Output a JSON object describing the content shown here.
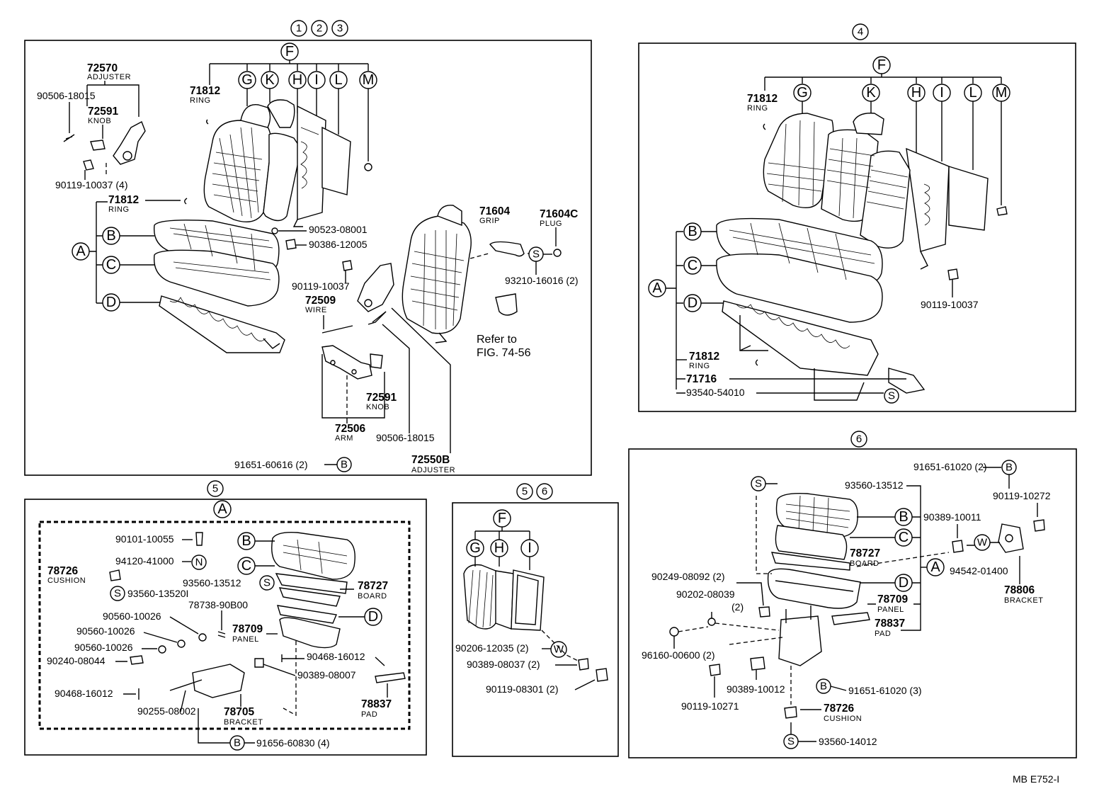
{
  "panels": {
    "p123": {
      "ids": [
        "1",
        "2",
        "3"
      ]
    },
    "p4": {
      "ids": [
        "4"
      ]
    },
    "p5": {
      "ids": [
        "5"
      ]
    },
    "p56": {
      "ids": [
        "5",
        "6"
      ]
    },
    "p6": {
      "ids": [
        "6"
      ]
    }
  },
  "letters": {
    "A": "A",
    "B": "B",
    "C": "C",
    "D": "D",
    "F": "F",
    "G": "G",
    "H": "H",
    "I": "I",
    "K": "K",
    "L": "L",
    "M": "M",
    "N": "N",
    "S": "S",
    "W": "W"
  },
  "p123": {
    "adjuster_top_no": "72570",
    "adjuster_top_name": "ADJUSTER",
    "screw1": "90506-18015",
    "knob_no": "72591",
    "knob_name": "KNOB",
    "bolt4": "90119-10037 (4)",
    "ring1_no": "71812",
    "ring1_name": "RING",
    "ring2_no": "71812",
    "ring2_name": "RING",
    "washer": "90523-08001",
    "nut": "90386-12005",
    "grip_no": "71604",
    "grip_name": "GRIP",
    "plug_no": "71604C",
    "plug_name": "PLUG",
    "clip2": "93210-16016 (2)",
    "bolt_b": "90119-10037",
    "wire_no": "72509",
    "wire_name": "WIRE",
    "refer1": "Refer to",
    "refer2": "FIG. 74-56",
    "knob2_no": "72591",
    "knob2_name": "KNOB",
    "arm_no": "72506",
    "arm_name": "ARM",
    "screw2": "90506-18015",
    "bolt_60616": "91651-60616 (2)",
    "adjuster_b_no": "72550B",
    "adjuster_b_name": "ADJUSTER"
  },
  "p4": {
    "ring_no": "71812",
    "ring_name": "RING",
    "bolt": "90119-10037",
    "ring2_no": "71812",
    "ring2_name": "RING",
    "part_71716": "71716",
    "part_93540": "93540-54010"
  },
  "p5": {
    "bolt_10055": "90101-10055",
    "nut_41000": "94120-41000",
    "cushion_no": "78726",
    "cushion_name": "CUSHION",
    "clip_13520": "93560-13520I",
    "clip_13512": "93560-13512",
    "board_no": "78727",
    "board_name": "BOARD",
    "washer1": "90560-10026",
    "part_78738": "78738-90B00",
    "washer2": "90560-10026",
    "panel_no": "78709",
    "panel_name": "PANEL",
    "washer3": "90560-10026",
    "bolt_08044": "90240-08044",
    "pin_16012a": "90468-16012",
    "nut_08007": "90389-08007",
    "pin_16012b": "90468-16012",
    "pin_08002": "90255-08002",
    "bracket_no": "78705",
    "bracket_name": "BRACKET",
    "pad_no": "78837",
    "pad_name": "PAD",
    "bolt_60830": "91656-60830 (4)"
  },
  "p56": {
    "clip_12035": "90206-12035 (2)",
    "nut_08037": "90389-08037 (2)",
    "bolt_08301": "90119-08301 (2)"
  },
  "p6": {
    "bolt_61020a": "91651-61020 (2)",
    "clip_13512": "93560-13512",
    "bolt_10272": "90119-10272",
    "nut_10011": "90389-10011",
    "board_no": "78727",
    "board_name": "BOARD",
    "clip_01400": "94542-01400",
    "bracket_no": "78806",
    "bracket_name": "BRACKET",
    "washer_08092": "90249-08092 (2)",
    "washer_08039a": "90202-08039",
    "washer_08039b": "(2)",
    "panel_no": "78709",
    "panel_name": "PANEL",
    "pad_no": "78837",
    "pad_name": "PAD",
    "washer_00600": "96160-00600 (2)",
    "bolt_10271": "90119-10271",
    "nut_10012": "90389-10012",
    "bolt_61020b": "91651-61020 (3)",
    "cushion_no": "78726",
    "cushion_name": "CUSHION",
    "clip_14012": "93560-14012"
  },
  "footer": {
    "code": "MB  E752-I"
  }
}
